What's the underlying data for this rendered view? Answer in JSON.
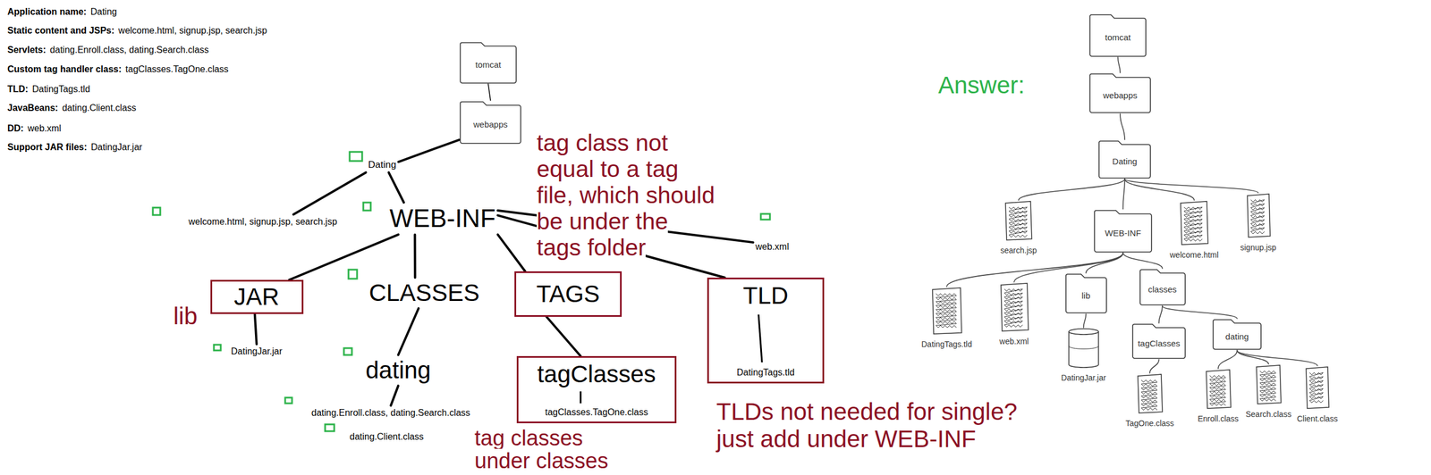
{
  "diagram": {
    "nodes": [
      {
        "text": [
          "tomcat"
        ]
      },
      {
        "text": [
          "webapps"
        ]
      },
      {
        "text": [
          "Dating"
        ]
      },
      {
        "text": [
          "welcome.html, signup.jsp, search.jsp"
        ]
      },
      {
        "text": [
          "WEB-INF"
        ]
      },
      {
        "text": [
          "web.xml"
        ]
      },
      {
        "text": [
          "JAR"
        ]
      },
      {
        "text": [
          "DatingJar.jar"
        ]
      },
      {
        "text": [
          "CLASSES"
        ]
      },
      {
        "text": [
          "dating"
        ]
      },
      {
        "text": [
          "dating.Enroll.class, dating.Search.class"
        ]
      },
      {
        "text": [
          "dating.Client.class"
        ]
      },
      {
        "text": [
          "TAGS"
        ]
      },
      {
        "text": [
          "tagClasses",
          "tagClasses.TagOne.class"
        ]
      },
      {
        "text": [
          "TLD",
          "DatingTags.tld"
        ]
      },
      {
        "text": [
          "tomcat"
        ]
      },
      {
        "text": [
          "webapps"
        ]
      },
      {
        "text": [
          "Dating"
        ]
      },
      {
        "text": [
          "search.jsp"
        ]
      },
      {
        "text": [
          "WEB-INF"
        ]
      },
      {
        "text": [
          "welcome.html"
        ]
      },
      {
        "text": [
          "signup.jsp"
        ]
      },
      {
        "text": [
          "DatingTags.tld"
        ]
      },
      {
        "text": [
          "web.xml"
        ]
      },
      {
        "text": [
          "lib"
        ]
      },
      {
        "text": [
          "classes"
        ]
      },
      {
        "text": [
          "DatingJar.jar"
        ]
      },
      {
        "text": [
          "tagClasses"
        ]
      },
      {
        "text": [
          "dating"
        ]
      },
      {
        "text": [
          "TagOne.class"
        ]
      },
      {
        "text": [
          "Enroll.class"
        ]
      },
      {
        "text": [
          "Search.class"
        ]
      },
      {
        "text": [
          "Client.class"
        ]
      }
    ],
    "edges": [
      {
        "from": 0,
        "to": 1,
        "arrow": "none"
      },
      {
        "from": 1,
        "to": 2,
        "arrow": "none"
      },
      {
        "from": 2,
        "to": 3,
        "arrow": "none"
      },
      {
        "from": 2,
        "to": 4,
        "arrow": "none"
      },
      {
        "from": 4,
        "to": 5,
        "arrow": "none"
      },
      {
        "from": 4,
        "to": 6,
        "arrow": "none"
      },
      {
        "from": 4,
        "to": 8,
        "arrow": "none"
      },
      {
        "from": 4,
        "to": 12,
        "arrow": "none"
      },
      {
        "from": 4,
        "to": 14,
        "arrow": "none"
      },
      {
        "from": 6,
        "to": 7,
        "arrow": "none"
      },
      {
        "from": 8,
        "to": 9,
        "arrow": "none"
      },
      {
        "from": 9,
        "to": 10,
        "arrow": "none"
      },
      {
        "from": 12,
        "to": 13,
        "arrow": "none"
      },
      {
        "from": 15,
        "to": 16,
        "arrow": "none"
      },
      {
        "from": 16,
        "to": 17,
        "arrow": "none"
      },
      {
        "from": 17,
        "to": 18,
        "arrow": "none"
      },
      {
        "from": 17,
        "to": 19,
        "arrow": "none"
      },
      {
        "from": 17,
        "to": 20,
        "arrow": "none"
      },
      {
        "from": 17,
        "to": 21,
        "arrow": "none"
      },
      {
        "from": 19,
        "to": 22,
        "arrow": "none"
      },
      {
        "from": 19,
        "to": 23,
        "arrow": "none"
      },
      {
        "from": 19,
        "to": 24,
        "arrow": "none"
      },
      {
        "from": 19,
        "to": 25,
        "arrow": "none"
      },
      {
        "from": 24,
        "to": 26,
        "arrow": "none"
      },
      {
        "from": 25,
        "to": 27,
        "arrow": "none"
      },
      {
        "from": 25,
        "to": 28,
        "arrow": "none"
      },
      {
        "from": 27,
        "to": 29,
        "arrow": "none"
      },
      {
        "from": 28,
        "to": 30,
        "arrow": "none"
      },
      {
        "from": 28,
        "to": 31,
        "arrow": "none"
      },
      {
        "from": 28,
        "to": 32,
        "arrow": "none"
      }
    ],
    "labels": [
      "Application name:",
      "Dating",
      "Static content and JSPs:",
      "welcome.html, signup.jsp, search.jsp",
      "Servlets:",
      "dating.Enroll.class, dating.Search.class",
      "Custom tag handler class:",
      "tagClasses.TagOne.class",
      "TLD:",
      "DatingTags.tld",
      "JavaBeans:",
      "dating.Client.class",
      "DD:",
      "web.xml",
      "Support JAR files:",
      "DatingJar.jar",
      "tag class not equal to a tag file, which should be under the tags folder",
      "lib",
      "tag classes under classes",
      "TLDs not needed for single? just add under WEB-INF",
      "Answer:"
    ]
  }
}
